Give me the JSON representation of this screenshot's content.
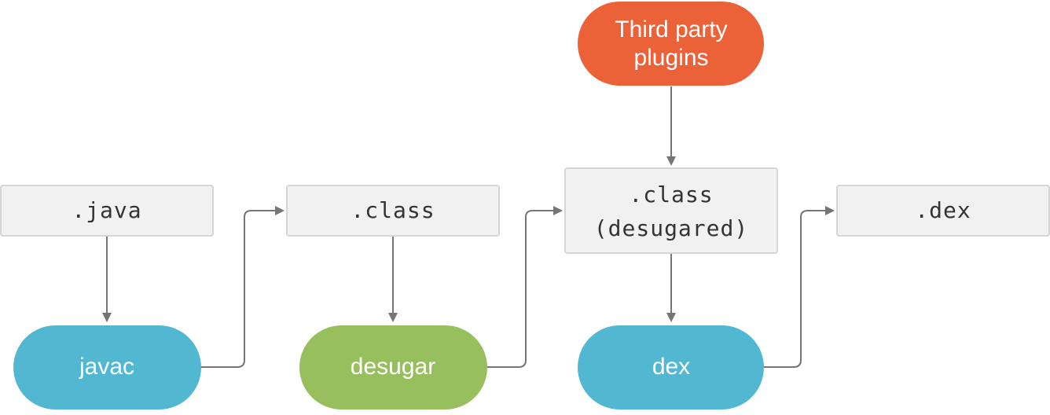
{
  "colors": {
    "tool_blue": "#52b8d2",
    "tool_green": "#98bf5d",
    "plugin_orange": "#ec6238",
    "file_fill": "#f1f1f1",
    "connector": "#757575"
  },
  "files": {
    "java": ".java",
    "class": ".class",
    "class_desugared_line1": ".class",
    "class_desugared_line2": "(desugared)",
    "dex": ".dex"
  },
  "tools": {
    "javac": "javac",
    "desugar": "desugar",
    "dex": "dex"
  },
  "plugins": {
    "line1": "Third party",
    "line2": "plugins"
  }
}
